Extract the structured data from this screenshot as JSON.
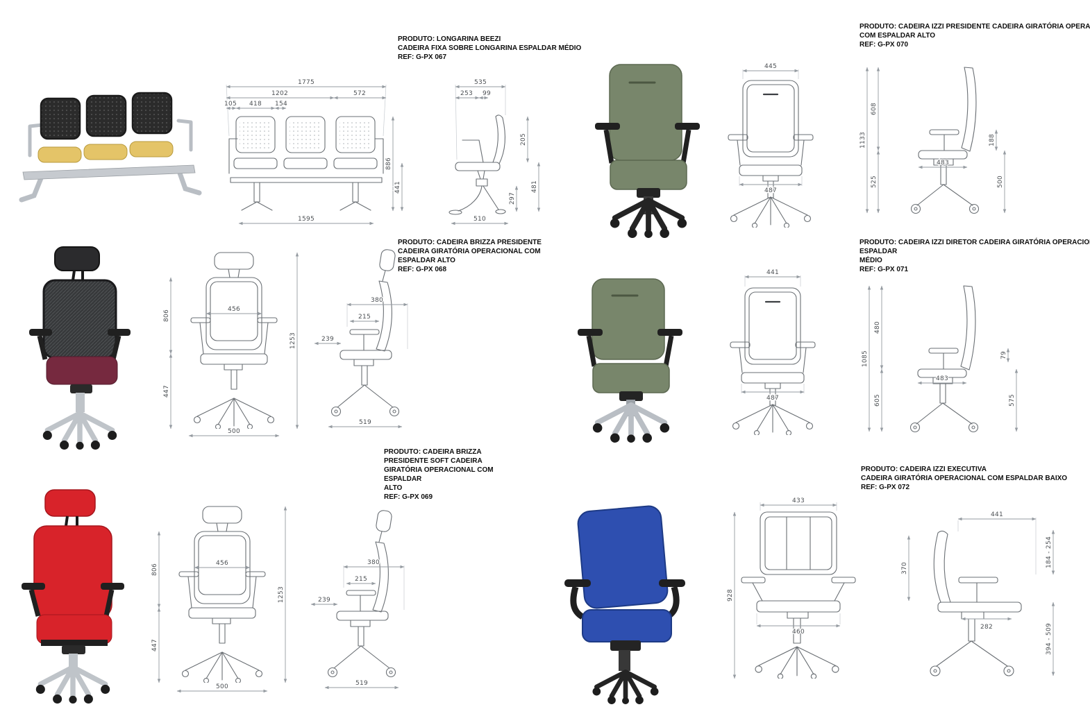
{
  "colors": {
    "beezi_seat_yellow": "#e4c468",
    "beezi_back_black": "#2b2b2b",
    "izzi_green": "#78866b",
    "brizza_back_black": "#37393b",
    "brizza_seat_burgundy": "#76293f",
    "brizza_soft_red": "#d8232a",
    "izzi_blue": "#2e4fb0",
    "chrome": "#bfc4c9",
    "black_plastic": "#242424",
    "drawing_line": "#6a6f74",
    "dim_line": "#959ba1",
    "dim_text": "#4b4f53"
  },
  "products": [
    {
      "ref": "G-PX 067",
      "title_lines": [
        "PRODUTO: LONGARINA BEEZI",
        "CADEIRA FIXA SOBRE LONGARINA ESPALDAR MÉDIO",
        "REF: G-PX 067"
      ],
      "front_dims": {
        "overall_width": "1775",
        "span_left": "1202",
        "span_right": "572",
        "edge": "105",
        "seat_width": "418",
        "gap": "154",
        "overall_height": "886",
        "seat_height": "441",
        "base_width": "1595"
      },
      "side_dims": {
        "overall_depth": "535",
        "seat_depth": "253",
        "back_offset": "99",
        "back_height": "205",
        "height": "481",
        "leg_depth": "297",
        "base_depth": "510"
      }
    },
    {
      "ref": "G-PX 070",
      "title_lines": [
        "PRODUTO: CADEIRA IZZI PRESIDENTE CADEIRA GIRATÓRIA OPERACIONAL",
        "COM ESPALDAR ALTO",
        "REF: G-PX 070"
      ],
      "front_dims": {
        "back_width": "445",
        "seat_width": "487"
      },
      "side_dims": {
        "overall_height": "1133",
        "back_height": "608",
        "seat_height": "525",
        "arm_height": "188",
        "seat_depth": "483",
        "seat_floor": "500"
      }
    },
    {
      "ref": "G-PX 068",
      "title_lines": [
        "PRODUTO: CADEIRA BRIZZA PRESIDENTE",
        "CADEIRA GIRATÓRIA OPERACIONAL COM",
        "ESPALDAR ALTO",
        "REF: G-PX 068"
      ],
      "front_dims": {
        "back_height": "806",
        "back_width": "456",
        "overall_height": "1253",
        "seat_height": "447",
        "base_width": "500"
      },
      "side_dims": {
        "depth": "380",
        "back_gap": "239",
        "arm_depth": "215",
        "base_depth": "519"
      }
    },
    {
      "ref": "G-PX 071",
      "title_lines": [
        "PRODUTO: CADEIRA IZZI DIRETOR CADEIRA GIRATÓRIA OPERACIONAL COM",
        "ESPALDAR",
        "MÉDIO",
        "REF: G-PX 071"
      ],
      "front_dims": {
        "back_width": "441",
        "seat_width": "487"
      },
      "side_dims": {
        "overall_height": "1085",
        "back_height": "480",
        "seat_height": "605",
        "arm_gap": "79",
        "seat_depth": "483",
        "seat_floor": "575"
      }
    },
    {
      "ref": "G-PX 069",
      "title_lines": [
        "PRODUTO: CADEIRA BRIZZA",
        "PRESIDENTE SOFT CADEIRA",
        "GIRATÓRIA OPERACIONAL COM",
        "ESPALDAR",
        "ALTO",
        "REF: G-PX 069"
      ],
      "front_dims": {
        "back_height": "806",
        "back_width": "456",
        "overall_height": "1253",
        "seat_height": "447",
        "base_width": "500"
      },
      "side_dims": {
        "depth": "380",
        "back_gap": "239",
        "arm_depth": "215",
        "base_depth": "519"
      }
    },
    {
      "ref": "G-PX 072",
      "title_lines": [
        "PRODUTO: CADEIRA IZZI EXECUTIVA",
        "CADEIRA GIRATÓRIA OPERACIONAL COM ESPALDAR BAIXO",
        "REF: G-PX 072"
      ],
      "front_dims": {
        "overall_height": "928",
        "back_width": "433",
        "seat_width": "460"
      },
      "side_dims": {
        "back_height": "370",
        "depth": "441",
        "seat_depth": "282",
        "arm_range": "184 - 254",
        "seat_range": "394 - 509"
      }
    }
  ]
}
